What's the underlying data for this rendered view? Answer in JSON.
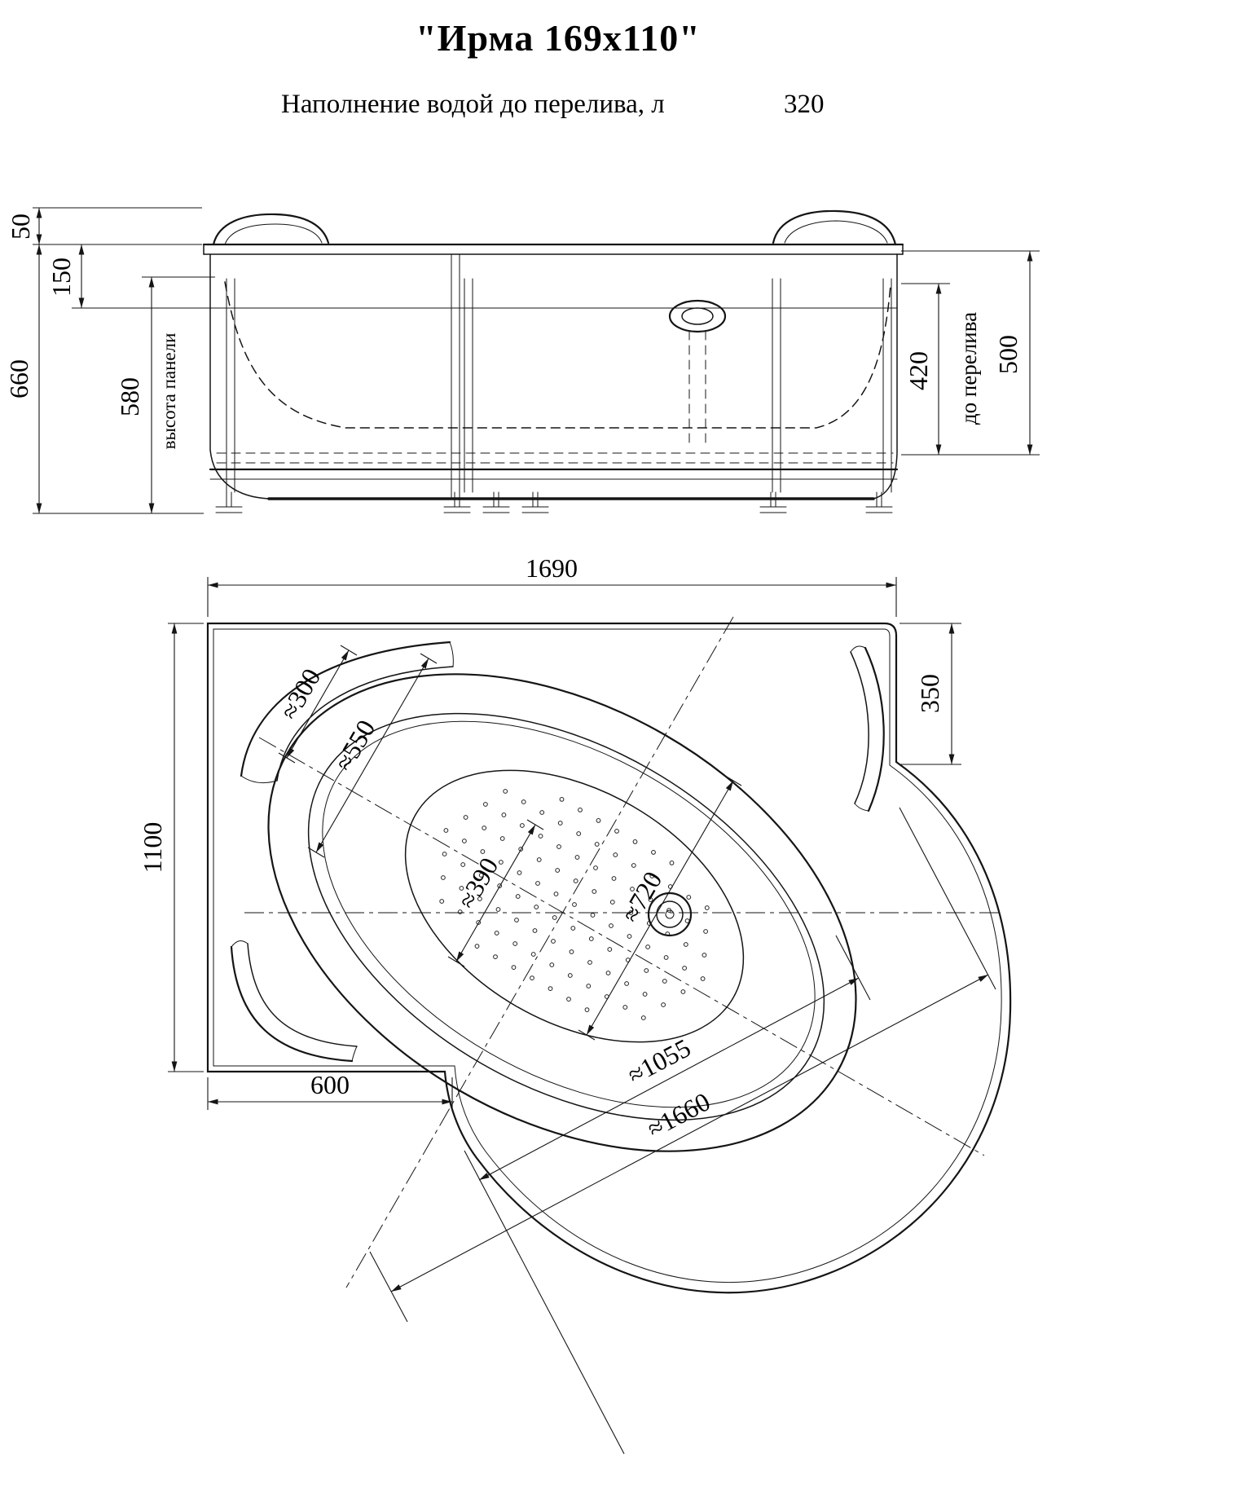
{
  "title": "\"Ирма 169x110\"",
  "subtitle": {
    "label": "Наполнение водой до перелива, л",
    "value": "320"
  },
  "front_view": {
    "dim_50": "50",
    "dim_150": "150",
    "dim_660": "660",
    "dim_580": "580",
    "panel_height_label": "высота панели",
    "dim_420": "420",
    "overflow_label": "до перелива",
    "dim_500": "500"
  },
  "plan_view": {
    "dim_1690": "1690",
    "dim_350": "350",
    "dim_1100": "1100",
    "dim_600": "600",
    "dim_1055": "≈1055",
    "dim_1660": "≈1660",
    "dim_720": "≈720",
    "dim_390": "≈390",
    "dim_300": "≈300",
    "dim_550": "≈550"
  },
  "colors": {
    "line": "#151515",
    "background": "#ffffff"
  }
}
